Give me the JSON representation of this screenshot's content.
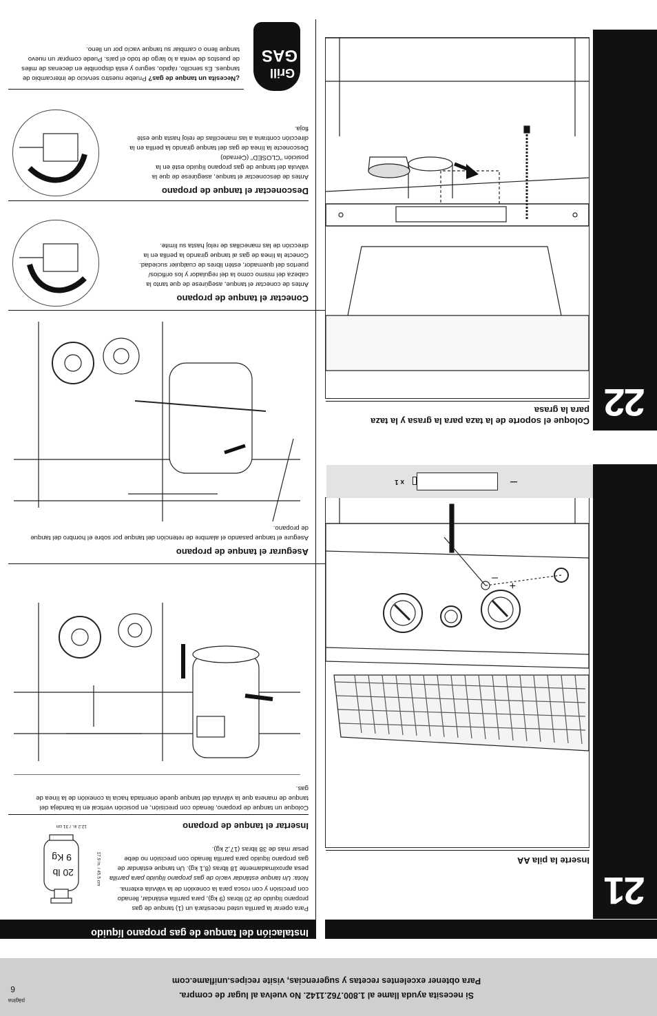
{
  "footer": {
    "page_label": "página",
    "page_number": "6",
    "line1": "Si necesita ayuda llame al 1.800.762.1142. No vuelva al lugar de compra.",
    "line2": "Para obtener excelentes recetas y sugerencias, visite recipes.uniflame.com"
  },
  "left": {
    "step21": {
      "number": "21",
      "title": "Inserte la pila AA",
      "battery_qty": "x 1",
      "battery_minus": "–"
    },
    "step22": {
      "number": "22",
      "title_line1": "Coloque el soporte de la taza para la grasa y la taza",
      "title_line2": "para la grasa"
    }
  },
  "right": {
    "header": "Instalación del tanque de gas propano líquido",
    "intro": [
      "Para operar la parrilla usted necesitará un (1) tanque de gas",
      "propano líquido de 20 libras (9 kg), para parrilla estándar, llenado",
      "con precisión y con rosca para la conexión de la válvula externa."
    ],
    "note": [
      "Nota: Un tanque estándar vacío de gas propano líquido para parrilla",
      "pesa aproximadamente 18 libras (8,1 kg). Un tanque estándar de",
      "gas propano líquido para parrilla llenado con precisión no debe",
      "pesar más de 38 libras (17,2 kg)."
    ],
    "tank_label_lb": "20 lb",
    "tank_label_kg": "9 Kg",
    "tank_height": "17.9 in. / 45.5 cm",
    "tank_width": "12.2 in. / 31 cm",
    "insert": {
      "title": "Insertar el tanque de propano",
      "text": [
        "Coloque un tanque de propano, llenado con precisión, en posición vertical en la bandeja del",
        "tanque de manera que la válvula del tanque quede orientada hacia la conexión de la línea de",
        "gas."
      ]
    },
    "secure": {
      "title": "Asegurar el tanque de propano",
      "text": [
        "Asegure el tanque pasando el alambre de retención del tanque por sobre el hombro del tanque",
        "de propano."
      ]
    },
    "connect": {
      "title": "Conectar el tanque de propano",
      "text": [
        "Antes de conectar el tanque, asegúrese de que tanto la",
        "cabeza del mismo como la del regulador y los orificios/",
        "puertos del quemador, estén libres de cualquier suciedad.",
        "Conecte la línea de gas al tanque girando la perilla en la",
        "dirección de las manecillas de reloj hasta su límite."
      ]
    },
    "disconnect": {
      "title": "Desconectar el tanque de propano",
      "text": [
        "Antes de desconectar el tanque, asegúrese de que la",
        "válvula del tanque de gas propano líquido esté en la",
        "posición \"CLOSED\" (Cerrado)",
        "Desconecte la línea de gas del tanque girando la perilla en la",
        "dirección contraria a las manecillas de reloj hasta que esté",
        "floja."
      ]
    },
    "need_tank": {
      "lead": "¿Necesita un tanque de gas?",
      "text": [
        " Pruebe nuestro servicio de intercambio de",
        "tanques. Es sencillo, rápido, seguro y está disponible en decenas de miles",
        "de puestos de venta a lo largo de todo el país. Puede comprar un nuevo",
        "tanque lleno o cambiar su tanque vacío por un lleno."
      ],
      "logo_line1": "Grill",
      "logo_line2": "GAS"
    }
  }
}
